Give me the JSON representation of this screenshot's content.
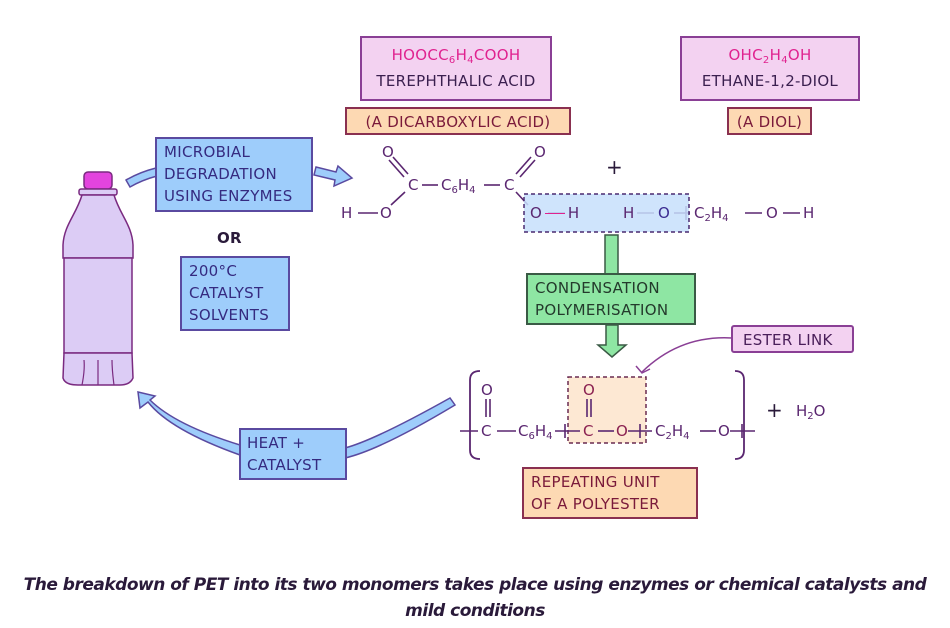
{
  "monomer_acid": {
    "formula_parts": [
      "HOOCC",
      "6",
      "H",
      "4",
      "COOH"
    ],
    "name": "TEREPHTHALIC ACID",
    "class": "(A DICARBOXYLIC ACID)"
  },
  "monomer_diol": {
    "formula_parts": [
      "OHC",
      "2",
      "H",
      "4",
      "OH"
    ],
    "name": "ETHANE-1,2-DIOL",
    "class": "(A DIOL)"
  },
  "degradation": {
    "enzymes_lines": [
      "MICROBIAL",
      "DEGRADATION",
      "USING ENZYMES"
    ],
    "or_label": "OR",
    "chemical_lines": [
      "200°C",
      "CATALYST",
      "SOLVENTS"
    ]
  },
  "reaction": {
    "plus": "+",
    "acid_structure": {
      "O": "O",
      "C": "C",
      "H": "H",
      "C6": "C",
      "sub6": "6",
      "H4": "H",
      "sub4": "4",
      "bond": "—"
    },
    "removed_acid": "O—H",
    "removed_diol": "H",
    "diol_rest": [
      "—O—",
      "C",
      "2",
      "H",
      "4",
      "—O—H"
    ],
    "condensation_lines": [
      "CONDENSATION",
      "POLYMERISATION"
    ],
    "ester_link_label": "ESTER LINK",
    "product_plus": "+",
    "water": [
      "H",
      "2",
      "O"
    ],
    "repeating_unit_lines": [
      "REPEATING UNIT",
      "OF A POLYESTER"
    ]
  },
  "recycle": {
    "lines": [
      "HEAT +",
      "CATALYST"
    ]
  },
  "caption": {
    "line1": "The breakdown of PET into its two monomers takes place using enzymes or chemical catalysts and",
    "line2": "mild conditions"
  },
  "colors": {
    "blue_box": "#9ecdfb",
    "green_box": "#8ee6a3",
    "pink_box": "#f3d2f1",
    "orange_box": "#fdd9b3",
    "highlight_pink": "#e0228f",
    "structure_purple": "#5a2670"
  }
}
